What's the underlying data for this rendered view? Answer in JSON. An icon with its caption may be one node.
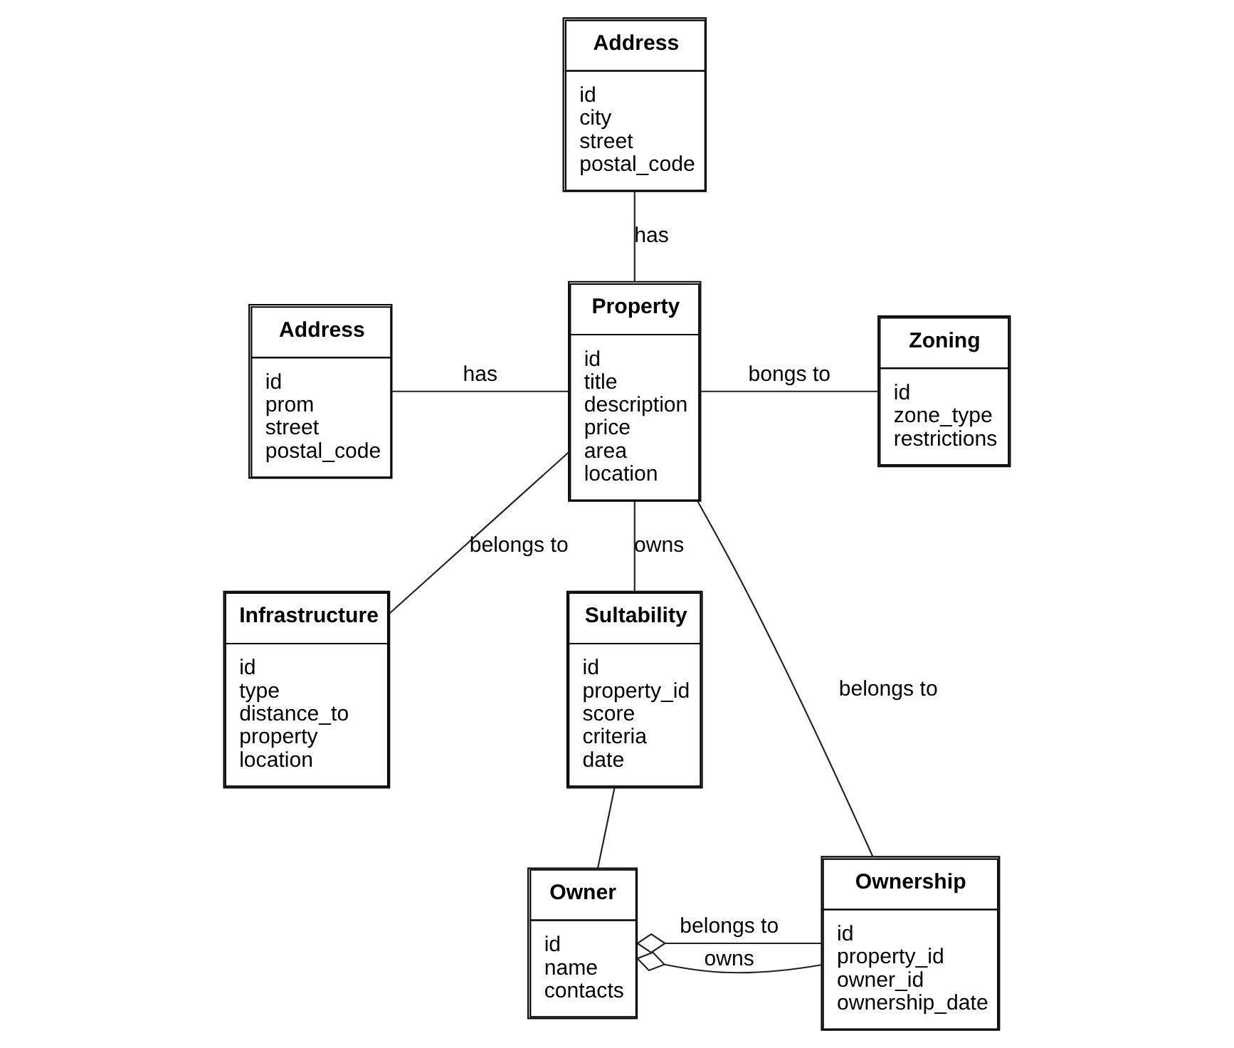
{
  "diagram": {
    "nodes": [
      {
        "text": [
          "Address",
          "id",
          "city",
          "street",
          "postal_code"
        ]
      },
      {
        "text": [
          "Address",
          "id",
          "prom",
          "street",
          "postal_code"
        ]
      },
      {
        "text": [
          "Zoning",
          "id",
          "zone_type",
          "restrictions"
        ]
      },
      {
        "text": [
          "Property",
          "id",
          "title",
          "description",
          "price",
          "area",
          "location"
        ]
      },
      {
        "text": [
          "Sultability",
          "id",
          "property_id",
          "score",
          "criteria",
          "date"
        ]
      },
      {
        "text": [
          "Infrastructure",
          "id",
          "type",
          "distance_to",
          "property",
          "location"
        ]
      },
      {
        "text": [
          "Ownership",
          "id",
          "property_id",
          "owner_id",
          "ownership_date"
        ]
      },
      {
        "text": [
          "Owner",
          "id",
          "name",
          "contacts"
        ]
      }
    ],
    "edges": [
      {
        "from": 0,
        "to": 3,
        "arrow": "none",
        "label": "has"
      },
      {
        "from": 1,
        "to": 3,
        "arrow": "none",
        "label": "has"
      },
      {
        "from": 3,
        "to": 2,
        "arrow": "none",
        "label": "bongs to"
      },
      {
        "from": 4,
        "to": 3,
        "arrow": "none",
        "label": "owns"
      },
      {
        "from": 3,
        "to": 5,
        "arrow": "none",
        "label": "belongs to"
      },
      {
        "from": 3,
        "to": 6,
        "arrow": "none",
        "label": "belongs to"
      },
      {
        "from": 4,
        "to": 7,
        "arrow": "none"
      },
      {
        "from": 7,
        "to": 6,
        "arrow": "other",
        "label": "owns"
      },
      {
        "from": 7,
        "to": 6,
        "arrow": "other",
        "label": "belongs to"
      }
    ]
  }
}
